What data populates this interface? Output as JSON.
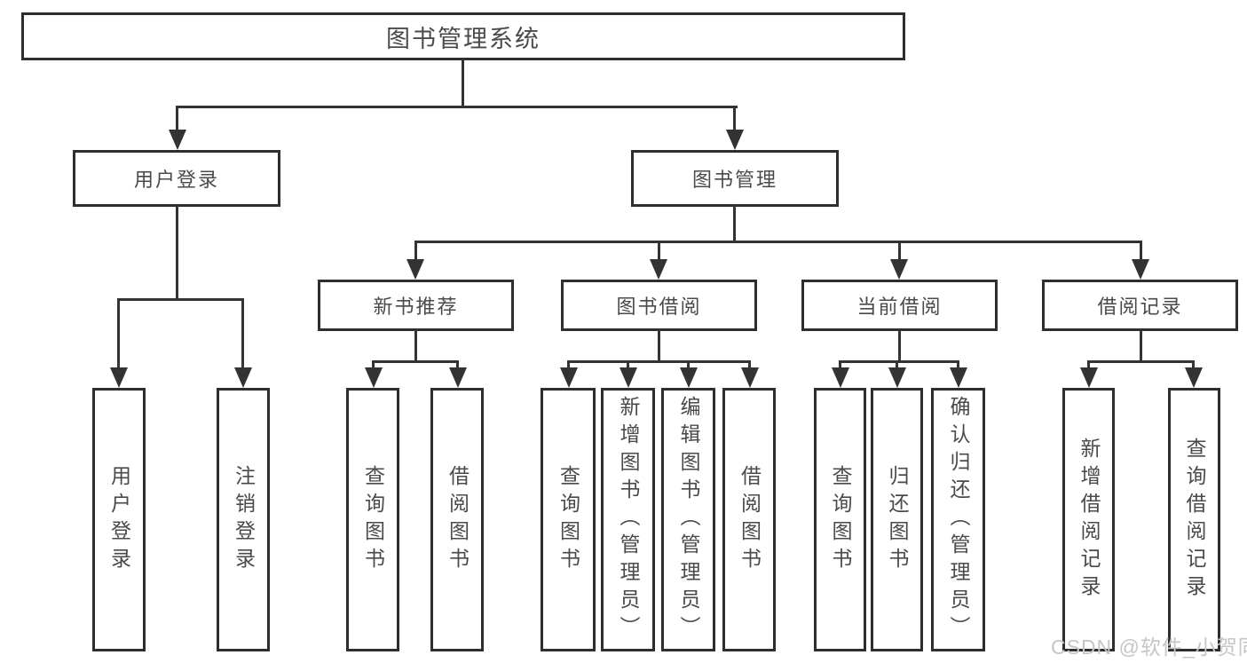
{
  "diagram": {
    "title": "图书管理系统",
    "root": {
      "label": "图书管理系统"
    },
    "level2": [
      {
        "label": "用户登录"
      },
      {
        "label": "图书管理"
      }
    ],
    "level3": [
      {
        "label": "新书推荐"
      },
      {
        "label": "图书借阅"
      },
      {
        "label": "当前借阅"
      },
      {
        "label": "借阅记录"
      }
    ],
    "leaves": [
      {
        "label": "用户登录",
        "parent": "用户登录"
      },
      {
        "label": "注销登录",
        "parent": "用户登录"
      },
      {
        "label": "查询图书",
        "parent": "新书推荐"
      },
      {
        "label": "借阅图书",
        "parent": "新书推荐"
      },
      {
        "label": "查询图书",
        "parent": "图书借阅"
      },
      {
        "label": "新增图书（管理员）",
        "parent": "图书借阅"
      },
      {
        "label": "编辑图书（管理员）",
        "parent": "图书借阅"
      },
      {
        "label": "借阅图书",
        "parent": "图书借阅"
      },
      {
        "label": "查询图书",
        "parent": "当前借阅"
      },
      {
        "label": "归还图书",
        "parent": "当前借阅"
      },
      {
        "label": "确认归还（管理员）",
        "parent": "当前借阅"
      },
      {
        "label": "新增借阅记录",
        "parent": "借阅记录"
      },
      {
        "label": "查询借阅记录",
        "parent": "借阅记录"
      }
    ]
  },
  "watermark": "CSDN @软件_小贺同学",
  "colors": {
    "line": "#333333",
    "border": "#2e2e2e",
    "text": "#4a4a4a",
    "background": "#ffffff",
    "watermark": "#c6c6c6"
  }
}
